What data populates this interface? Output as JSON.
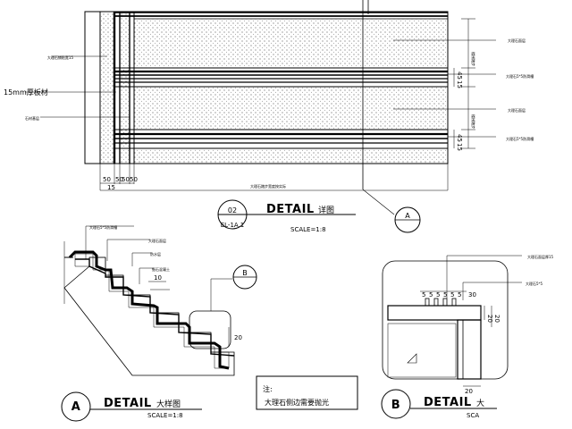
{
  "top_detail": {
    "label_left_top": "大理石铺贴宽15",
    "label_left_mid": "15mm厚板材",
    "label_left_low": "石材基层",
    "label_right_1": "大理石面层",
    "label_right_2": "大理石5*5防滑槽",
    "label_right_3": "大理石面层",
    "label_right_4": "大理石5*5防滑槽",
    "dim_vertical_1": "楼梯踏步",
    "dim_vertical_2": "楼梯踏步",
    "dim_small_top_1": "45",
    "dim_small_top_2": "15",
    "dim_small_bot_1": "45",
    "dim_small_bot_2": "15",
    "dim_bottom": [
      "50",
      "50",
      "50",
      "50"
    ],
    "dim_bottom_sub": "15",
    "dim_bottom_long": "大理石踏步宽度按实际",
    "callout_num": "02",
    "callout_ref": "EL-1A.1",
    "title": "DETAIL",
    "title_cn": "详图",
    "scale": "SCALE=1:8",
    "section_mark": "A"
  },
  "detail_a": {
    "section_mark": "A",
    "title": "DETAIL",
    "title_cn": "大样图",
    "scale": "SCALE=1:8",
    "label_1": "大理石5*5防滑槽",
    "label_2": "大理石面层",
    "label_3": "防水层",
    "label_4": "细石混凝土",
    "dim_10": "10",
    "dim_20": "20",
    "ref_mark": "B",
    "note_title": "注:",
    "note_text": "大理石侧边需要抛光"
  },
  "detail_b": {
    "section_mark": "B",
    "title": "DETAIL",
    "title_cn": "大",
    "scale": "SCA",
    "label_1": "大理石面层厚15",
    "label_2": "大理石5*5",
    "dims": [
      "5",
      "5",
      "5",
      "5",
      "5",
      "5"
    ],
    "dim_30": "30",
    "dim_20": "20",
    "dim_20b": "20",
    "dim_20c": "20"
  }
}
